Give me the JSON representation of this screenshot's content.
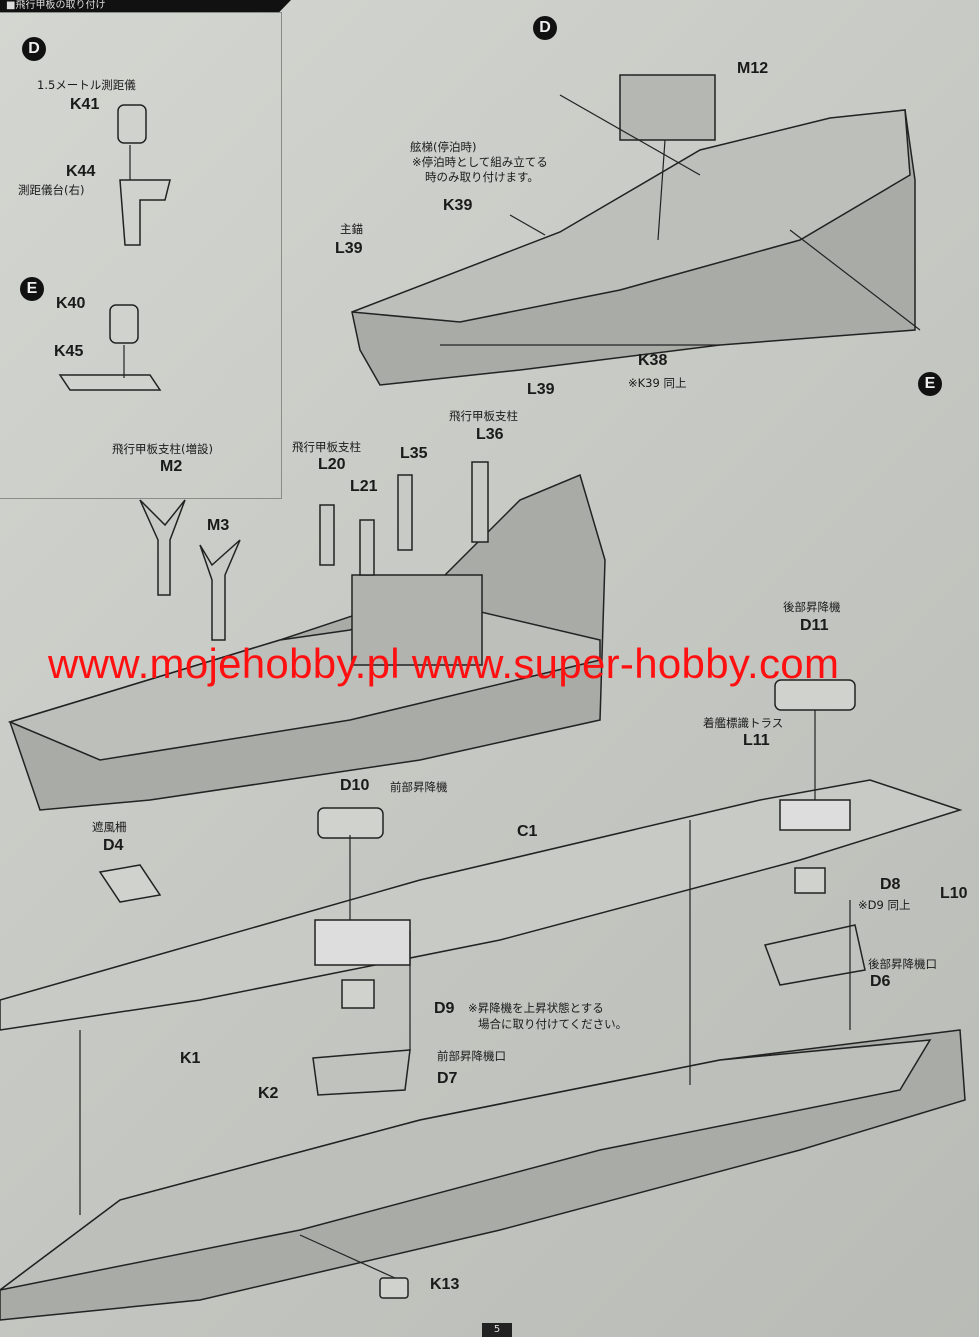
{
  "header": {
    "title": "■飛行甲板の取り付け"
  },
  "page_number": "5",
  "watermark": "www.mojehobby.pl www.super-hobby.com",
  "markers": {
    "D": "D",
    "E": "E"
  },
  "labels": {
    "k41_note": "1.5メートル測距儀",
    "k41": "K41",
    "k44": "K44",
    "k44_note": "測距儀台(右)",
    "k40": "K40",
    "k45": "K45",
    "ladder_note1": "舷梯(停泊時)",
    "ladder_note2": "※停泊時として組み立てる",
    "ladder_note3": "時のみ取り付けます。",
    "k39": "K39",
    "anchor_note": "主錨",
    "l39a": "L39",
    "l39b": "L39",
    "m12": "M12",
    "k38": "K38",
    "k38_note": "※K39 同上",
    "strut_added": "飛行甲板支柱(増設)",
    "m2": "M2",
    "m3": "M3",
    "strut_l20": "飛行甲板支柱",
    "l20": "L20",
    "l21": "L21",
    "l35": "L35",
    "strut_l36": "飛行甲板支柱",
    "l36": "L36",
    "rear_elev": "後部昇降機",
    "d11": "D11",
    "truss": "着艦標識トラス",
    "l11": "L11",
    "l10": "L10",
    "d10": "D10",
    "front_elev": "前部昇降機",
    "windscreen": "遮風柵",
    "d4": "D4",
    "c1": "C1",
    "d8": "D8",
    "d8_note": "※D9 同上",
    "rear_well": "後部昇降機口",
    "d6": "D6",
    "d9": "D9",
    "d9_note1": "※昇降機を上昇状態とする",
    "d9_note2": "場合に取り付けてください。",
    "front_well": "前部昇降機口",
    "d7": "D7",
    "k1": "K1",
    "k2": "K2",
    "k13": "K13"
  }
}
